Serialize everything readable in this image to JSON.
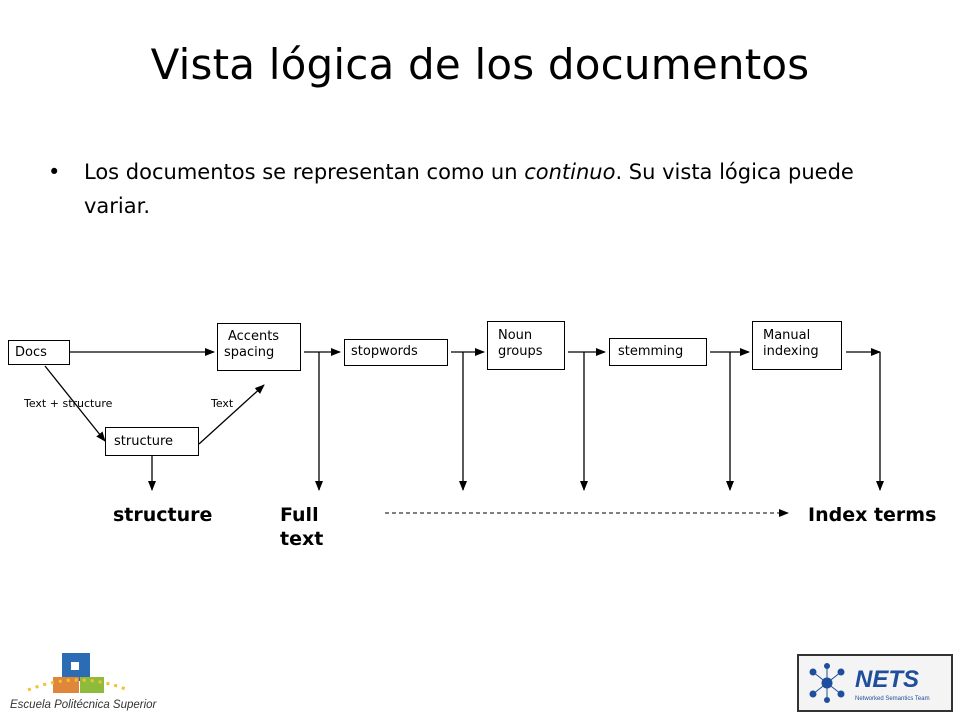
{
  "title": "Vista lógica de los documentos",
  "bullet": {
    "before": "Los documentos se representan como un ",
    "emphasis": "continuo",
    "after": ". Su vista lógica puede variar."
  },
  "diagram": {
    "docs": "Docs",
    "accents_line1": "Accents",
    "accents_line2": "spacing",
    "stopwords": "stopwords",
    "noun_line1": "Noun",
    "noun_line2": "groups",
    "stemming": "stemming",
    "manual_line1": "Manual",
    "manual_line2": "indexing",
    "structure_box": "structure",
    "label_text_structure": "Text + structure",
    "label_text": "Text",
    "out_structure": "structure",
    "out_full_line1": "Full",
    "out_full_line2": "text",
    "out_index": "Index terms"
  },
  "logos": {
    "left_caption": "Escuela Politécnica Superior",
    "right_name": "NETS",
    "right_subtitle": "Networked Semantics Team"
  },
  "colors": {
    "eps_blue": "#2b6cb5",
    "eps_green": "#8dbb3b",
    "eps_orange": "#e0863b",
    "eps_yellow": "#f2c12e",
    "nets_blue": "#1f4e9c"
  }
}
